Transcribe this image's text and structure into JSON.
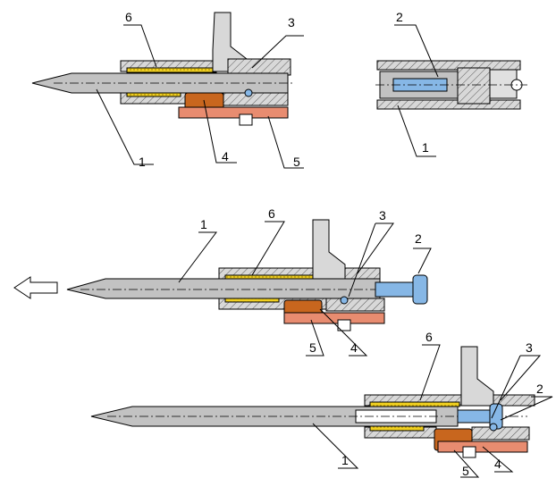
{
  "colors": {
    "rod": "#c2c2c2",
    "housing": "#d8d8d8",
    "insert": "#f0d020",
    "plug": "#c8661e",
    "seal": "#e88c70",
    "bolt": "#86b7e6"
  },
  "labels": {
    "one": "1",
    "two": "2",
    "three": "3",
    "four": "4",
    "five": "5",
    "six": "6"
  }
}
